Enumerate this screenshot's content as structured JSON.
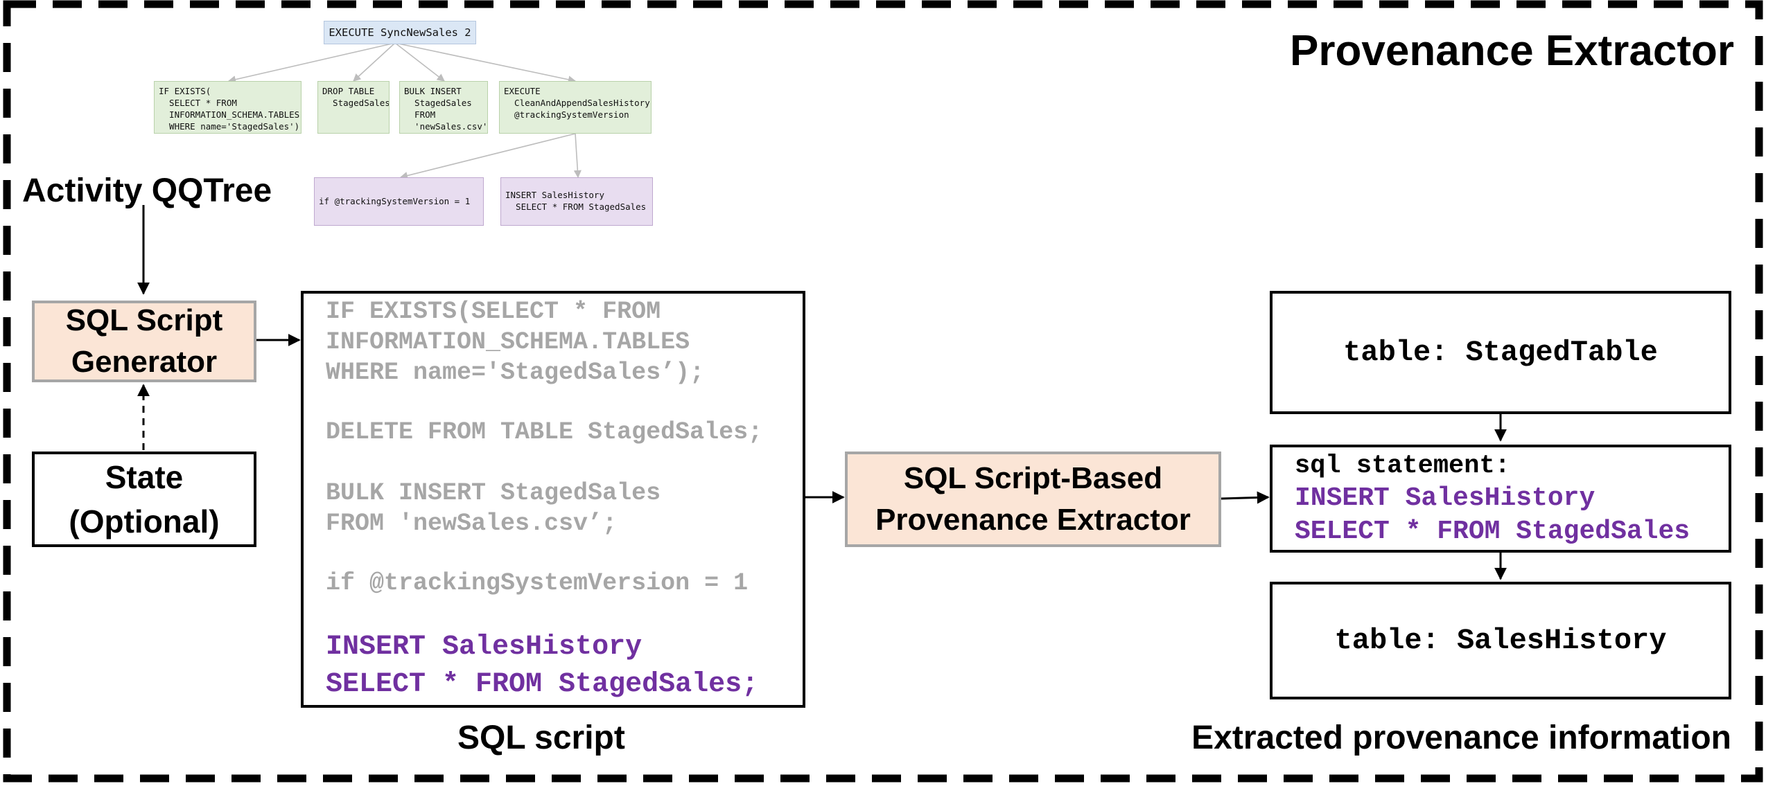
{
  "title": "Provenance Extractor",
  "activity_tree": {
    "label": "Activity QQTree",
    "root": "EXECUTE SyncNewSales 2",
    "children": [
      "IF EXISTS(\n  SELECT * FROM\n  INFORMATION_SCHEMA.TABLES\n  WHERE name='StagedSales')",
      "DROP TABLE\n  StagedSales",
      "BULK INSERT\n  StagedSales\n  FROM\n  'newSales.csv'",
      "EXECUTE\n  CleanAndAppendSalesHistory\n  @trackingSystemVersion"
    ],
    "grandchildren": [
      "if @trackingSystemVersion = 1",
      "INSERT SalesHistory\n  SELECT * FROM StagedSales"
    ]
  },
  "generator": {
    "line1": "SQL Script",
    "line2": "Generator"
  },
  "state": {
    "line1": "State",
    "line2": "(Optional)"
  },
  "sql_script": {
    "caption": "SQL script",
    "lines": [
      "IF EXISTS(SELECT * FROM",
      "INFORMATION_SCHEMA.TABLES",
      "WHERE name='StagedSales’);",
      "DELETE FROM TABLE StagedSales;",
      "BULK INSERT StagedSales",
      "FROM 'newSales.csv’;",
      "if @trackingSystemVersion = 1"
    ],
    "highlight_lines": [
      "INSERT SalesHistory",
      "SELECT * FROM StagedSales;"
    ]
  },
  "extractor": {
    "line1": "SQL Script-Based",
    "line2": "Provenance Extractor"
  },
  "extracted": {
    "caption": "Extracted provenance information",
    "source_table": "table: StagedTable",
    "statement_label": "sql statement:",
    "statement_lines": [
      "INSERT SalesHistory",
      "SELECT * FROM StagedSales"
    ],
    "target_table": "table: SalesHistory"
  },
  "colors": {
    "peach_fill": "#fbe5d6",
    "highlight_text": "#7030a0",
    "muted_text": "#a6a6a6",
    "tree_green": "#e2efda",
    "tree_purple": "#e8ddf0",
    "tree_blue": "#dbe7f5"
  }
}
